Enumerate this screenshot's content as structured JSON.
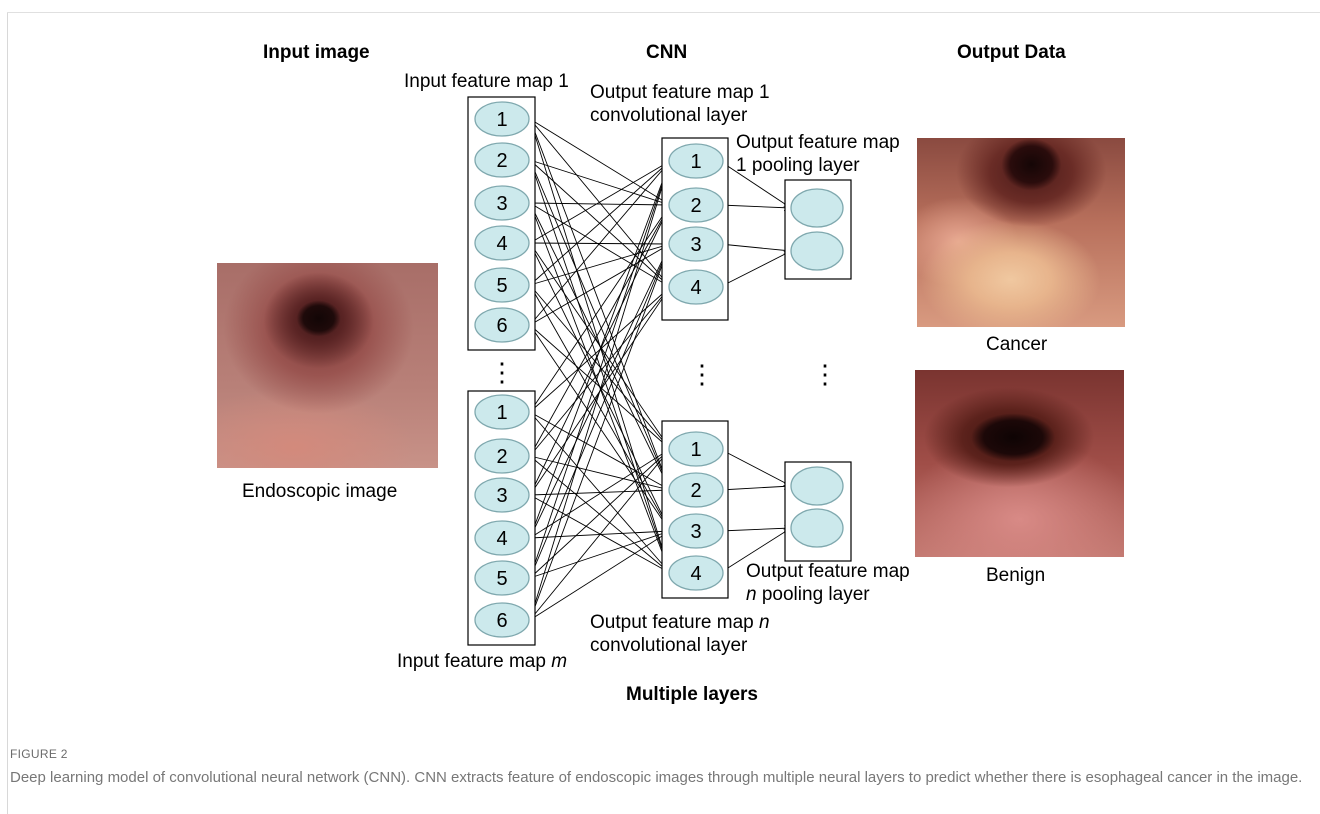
{
  "headers": {
    "input_image": "Input image",
    "cnn": "CNN",
    "output_data": "Output Data",
    "multiple_layers": "Multiple layers"
  },
  "labels": {
    "input_map_1": "Input feature map 1",
    "input_map_m_prefix": "Input feature map ",
    "input_map_m_var": "m",
    "conv_map_1_line1": "Output feature map 1",
    "conv_map_1_line2": "convolutional layer",
    "pool_map_1_line1": "Output feature map",
    "pool_map_1_line2": "1 pooling layer",
    "conv_map_n_line1_prefix": "Output feature map ",
    "conv_map_n_var": "n",
    "conv_map_n_line2": "convolutional layer",
    "pool_map_n_line1": "Output feature map",
    "pool_map_n_var": "n",
    "pool_map_n_line2_suffix": " pooling layer",
    "endoscopic_image": "Endoscopic image",
    "cancer": "Cancer",
    "benign": "Benign",
    "ellipsis": "⋮"
  },
  "nodes": {
    "input_numbers": [
      "1",
      "2",
      "3",
      "4",
      "5",
      "6"
    ],
    "conv_numbers": [
      "1",
      "2",
      "3",
      "4"
    ]
  },
  "colors": {
    "node_fill": "#cce9ec",
    "node_stroke": "#7fa8ae",
    "line": "#000000"
  },
  "caption": {
    "label": "FIGURE 2",
    "text": "Deep learning model of convolutional neural network (CNN). CNN extracts feature of endoscopic images through multiple neural layers to predict whether there is esophageal cancer in the image."
  }
}
